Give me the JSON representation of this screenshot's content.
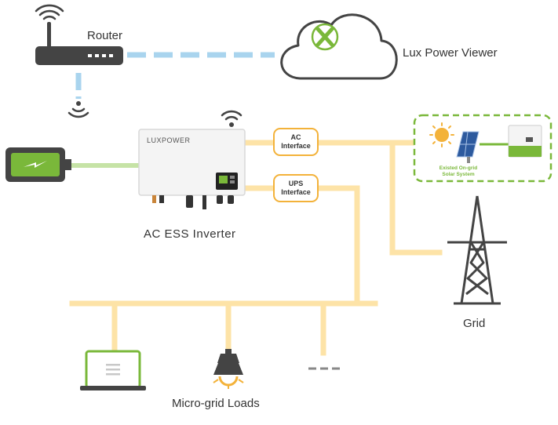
{
  "labels": {
    "router": "Router",
    "viewer": "Lux Power Viewer",
    "inverter": "AC ESS Inverter",
    "grid": "Grid",
    "loads": "Micro-grid Loads"
  },
  "interfaces": {
    "ac": [
      "AC",
      "Interface"
    ],
    "ups": [
      "UPS",
      "Interface"
    ]
  },
  "solar": {
    "line1": "Existed On-grid",
    "line2": "Solar System"
  },
  "inverter_brand": "LUXPOWER",
  "colors": {
    "bus": "#fde3a7",
    "wifi_link": "#a9d4ee",
    "battery_link": "#c6e3a6",
    "green": "#7ab83a",
    "orange": "#f3b23a",
    "dark": "#444444"
  }
}
